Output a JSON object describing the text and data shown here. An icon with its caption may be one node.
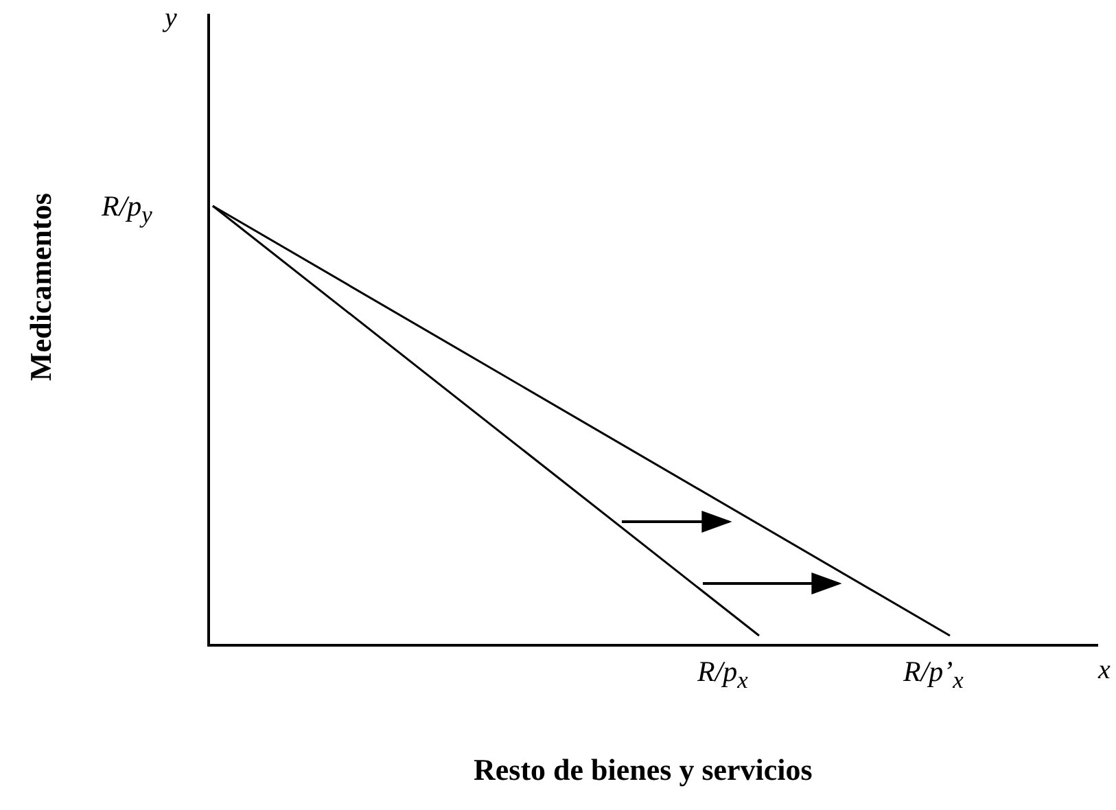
{
  "diagram": {
    "labels": [
      "y",
      "R/p$_{y}$",
      "Medicamentos",
      "R/p$_{x}$",
      "R/p’$_{x}$",
      "x",
      "Resto de bienes y servicios"
    ]
  }
}
